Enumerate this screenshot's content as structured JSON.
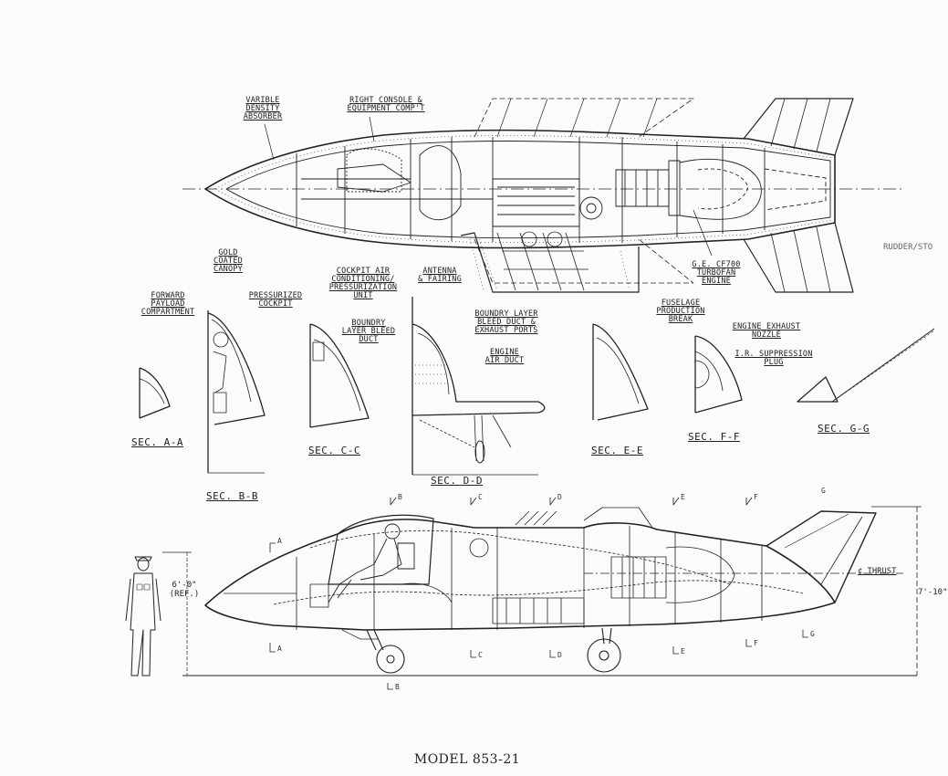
{
  "drawing": {
    "title": "MODEL 853-21",
    "labels": {
      "varible_density_absorber": "VARIBLE\nDENSITY\nABSORBER",
      "right_console": "RIGHT CONSOLE &\nEQUIPMENT COMP'T",
      "ge_cf700": "G.E. CF700\nTURBOFAN\nENGINE",
      "gold_coated_canopy": "GOLD\nCOATED\nCANOPY",
      "forward_payload": "FORWARD\nPAYLOAD\nCOMPARTMENT",
      "pressurized_cockpit": "PRESSURIZED\nCOCKPIT",
      "cockpit_air": "COCKPIT AIR\nCONDITIONING/\nPRESSURIZATION\nUNIT",
      "antenna_fairing": "ANTENNA\n& FAIRING",
      "boundry_layer_bleed_duct": "BOUNDRY\nLAYER BLEED\nDUCT",
      "boundry_layer_bleed_exhaust": "BOUNDRY LAYER\nBLEED DUCT &\nEXHAUST PORTS",
      "engine_air_duct": "ENGINE\nAIR DUCT",
      "fuselage_break": "FUSELAGE\nPRODUCTION\nBREAK",
      "engine_exhaust_nozzle": "ENGINE EXHAUST\nNOZZLE",
      "ir_suppression_plug": "I.R. SUPPRESSION\nPLUG",
      "thrust": "¢ THRUST",
      "rudder_stub": "RUDDER/STO"
    },
    "sections": {
      "a": "SEC. A-A",
      "b": "SEC. B-B",
      "c": "SEC. C-C",
      "d": "SEC. D-D",
      "e": "SEC. E-E",
      "f": "SEC. F-F",
      "g": "SEC. G-G"
    },
    "section_marks": {
      "a": "A",
      "b": "B",
      "c": "C",
      "d": "D",
      "e": "E",
      "f": "F",
      "g": "G"
    },
    "dimensions": {
      "person_height": "6'-0\"\n(REF.)",
      "overall_height": "7'-10\""
    }
  }
}
